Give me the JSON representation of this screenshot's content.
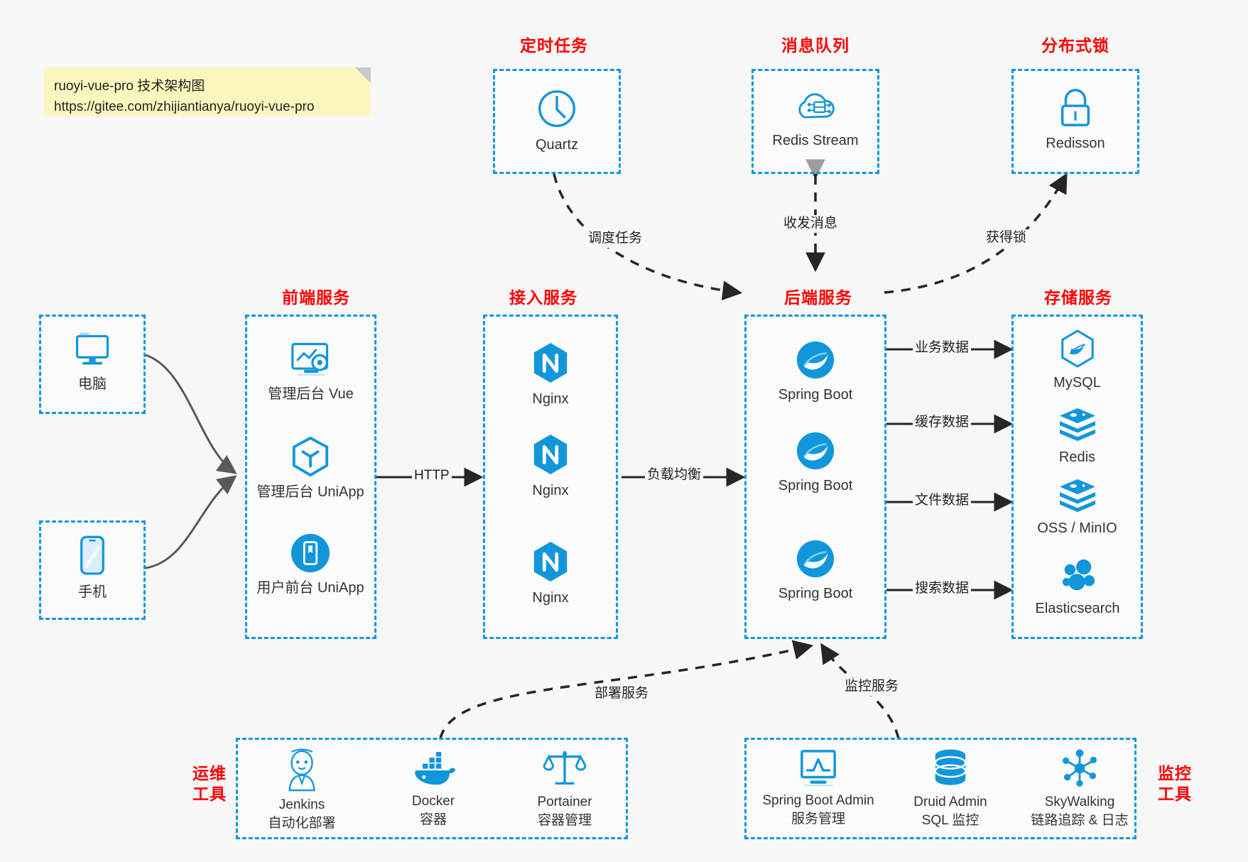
{
  "note": {
    "line1": "ruoyi-vue-pro 技术架构图",
    "line2": "https://gitee.com/zhijiantianya/ruoyi-vue-pro"
  },
  "colors": {
    "accent_blue": "#1296DB",
    "title_red": "#FF0000",
    "background": "#F7F7F7",
    "note_yellow": "#FAF6BE",
    "arrow_dark": "#262626",
    "arrow_gray": "#595959"
  },
  "groups": {
    "scheduled_task": {
      "title": "定时任务"
    },
    "message_queue": {
      "title": "消息队列"
    },
    "distributed_lock": {
      "title": "分布式锁"
    },
    "frontend_service": {
      "title": "前端服务"
    },
    "gateway_service": {
      "title": "接入服务"
    },
    "backend_service": {
      "title": "后端服务"
    },
    "storage_service": {
      "title": "存储服务"
    },
    "devops_tools": {
      "title": "运维\n工具",
      "line1": "运维",
      "line2": "工具"
    },
    "monitor_tools": {
      "title": "监控\n工具",
      "line1": "监控",
      "line2": "工具"
    }
  },
  "nodes": {
    "quartz": {
      "label": "Quartz",
      "icon": "clock-icon"
    },
    "redis_stream": {
      "label": "Redis Stream",
      "icon": "cloud-stream-icon"
    },
    "redisson": {
      "label": "Redisson",
      "icon": "lock-icon"
    },
    "pc": {
      "label": "电脑",
      "icon": "desktop-icon"
    },
    "mobile": {
      "label": "手机",
      "icon": "phone-icon"
    },
    "admin_vue": {
      "label": "管理后台 Vue",
      "icon": "dashboard-gear-icon"
    },
    "admin_uniapp": {
      "label": "管理后台 UniApp",
      "icon": "cube-icon"
    },
    "user_uniapp": {
      "label": "用户前台 UniApp",
      "icon": "app-circle-icon"
    },
    "nginx1": {
      "label": "Nginx",
      "icon": "nginx-icon"
    },
    "nginx2": {
      "label": "Nginx",
      "icon": "nginx-icon"
    },
    "nginx3": {
      "label": "Nginx",
      "icon": "nginx-icon"
    },
    "springboot1": {
      "label": "Spring Boot",
      "icon": "spring-boot-icon"
    },
    "springboot2": {
      "label": "Spring Boot",
      "icon": "spring-boot-icon"
    },
    "springboot3": {
      "label": "Spring Boot",
      "icon": "spring-boot-icon"
    },
    "mysql": {
      "label": "MySQL",
      "icon": "mysql-dolphin-icon"
    },
    "redis": {
      "label": "Redis",
      "icon": "redis-stack-icon"
    },
    "oss_minio": {
      "label": "OSS / MinIO",
      "icon": "redis-stack-icon"
    },
    "elasticsearch": {
      "label": "Elasticsearch",
      "icon": "elasticsearch-icon"
    },
    "jenkins": {
      "label": "Jenkins",
      "sublabel": "自动化部署",
      "icon": "jenkins-butler-icon"
    },
    "docker": {
      "label": "Docker",
      "sublabel": "容器",
      "icon": "docker-whale-icon"
    },
    "portainer": {
      "label": "Portainer",
      "sublabel": "容器管理",
      "icon": "scales-icon"
    },
    "spring_boot_admin": {
      "label": "Spring Boot Admin",
      "sublabel": "服务管理",
      "icon": "monitor-chart-icon"
    },
    "druid_admin": {
      "label": "Druid Admin",
      "sublabel": "SQL 监控",
      "icon": "database-icon"
    },
    "skywalking": {
      "label": "SkyWalking",
      "sublabel": "链路追踪 & 日志",
      "icon": "node-network-icon"
    }
  },
  "edges": {
    "schedule_task": "调度任务",
    "send_receive_msg": "收发消息",
    "acquire_lock": "获得锁",
    "http": "HTTP",
    "load_balance": "负载均衡",
    "business_data": "业务数据",
    "cache_data": "缓存数据",
    "file_data": "文件数据",
    "search_data": "搜索数据",
    "deploy_service": "部署服务",
    "monitor_service": "监控服务"
  }
}
